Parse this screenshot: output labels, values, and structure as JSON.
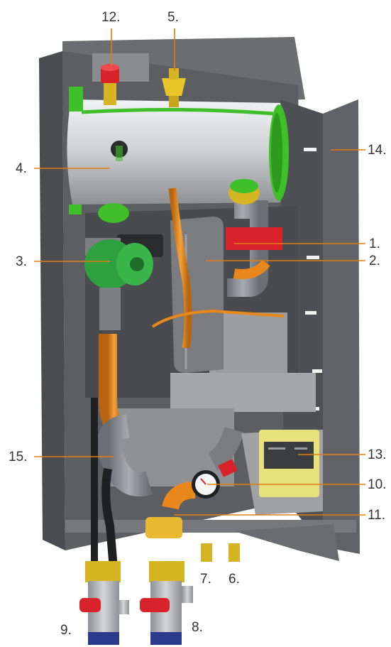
{
  "colors": {
    "leader": "#e07d10",
    "label_text": "#333333",
    "cabinet": "#57595c",
    "tank": "#c9cbcd",
    "trim_green": "#3fbf2a",
    "copper_pipe": "#e8871b",
    "brass_fitting": "#d6b524",
    "control_panel": "#e6e17a",
    "valve_handle": "#d9232b"
  },
  "callouts": [
    {
      "id": "c1",
      "label": "1."
    },
    {
      "id": "c2",
      "label": "2."
    },
    {
      "id": "c3",
      "label": "3."
    },
    {
      "id": "c4",
      "label": "4."
    },
    {
      "id": "c5",
      "label": "5."
    },
    {
      "id": "c6",
      "label": "6."
    },
    {
      "id": "c7",
      "label": "7."
    },
    {
      "id": "c8",
      "label": "8."
    },
    {
      "id": "c9",
      "label": "9."
    },
    {
      "id": "c10",
      "label": "10."
    },
    {
      "id": "c11",
      "label": "11."
    },
    {
      "id": "c12",
      "label": "12."
    },
    {
      "id": "c13",
      "label": "13."
    },
    {
      "id": "c14",
      "label": "14."
    },
    {
      "id": "c15",
      "label": "15."
    }
  ]
}
